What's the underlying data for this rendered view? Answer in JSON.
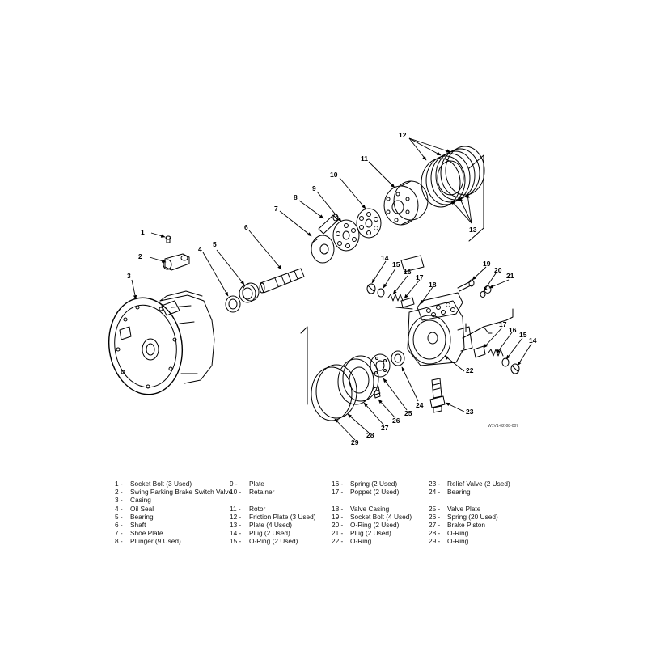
{
  "figure_id": "W1V1-02-08-007",
  "callouts": [
    "1",
    "2",
    "3",
    "4",
    "5",
    "6",
    "7",
    "8",
    "9",
    "10",
    "11",
    "12",
    "13",
    "14",
    "15",
    "16",
    "17",
    "18",
    "19",
    "20",
    "21",
    "22",
    "23",
    "24",
    "25",
    "26",
    "27",
    "28",
    "29"
  ],
  "legend": {
    "col1": [
      {
        "num": "1 -",
        "text": "Socket Bolt (3 Used)"
      },
      {
        "num": "2 -",
        "text": "Swing Parking Brake Switch Valve"
      },
      {
        "num": "3 -",
        "text": "Casing"
      },
      {
        "num": "4 -",
        "text": "Oil Seal"
      },
      {
        "num": "5 -",
        "text": "Bearing"
      },
      {
        "num": "6 -",
        "text": "Shaft"
      },
      {
        "num": "7 -",
        "text": "Shoe Plate"
      },
      {
        "num": "8 -",
        "text": "Plunger (9 Used)"
      }
    ],
    "col2": [
      {
        "num": "9 -",
        "text": "Plate"
      },
      {
        "num": "10 -",
        "text": "Retainer"
      },
      {
        "num": "11 -",
        "text": "Rotor"
      },
      {
        "num": "12 -",
        "text": "Friction Plate (3 Used)"
      },
      {
        "num": "13 -",
        "text": "Plate (4 Used)"
      },
      {
        "num": "14 -",
        "text": "Plug (2 Used)"
      },
      {
        "num": "15 -",
        "text": "O-Ring (2 Used)"
      }
    ],
    "col3": [
      {
        "num": "16 -",
        "text": "Spring (2 Used)"
      },
      {
        "num": "17 -",
        "text": "Poppet (2 Used)"
      },
      {
        "num": "18 -",
        "text": "Valve Casing"
      },
      {
        "num": "19 -",
        "text": "Socket Bolt (4 Used)"
      },
      {
        "num": "20 -",
        "text": "O-Ring (2 Used)"
      },
      {
        "num": "21 -",
        "text": "Plug (2 Used)"
      },
      {
        "num": "22 -",
        "text": "O-Ring"
      }
    ],
    "col4": [
      {
        "num": "23 -",
        "text": "Relief Valve (2 Used)"
      },
      {
        "num": "24 -",
        "text": "Bearing"
      },
      {
        "num": "25 -",
        "text": "Valve Plate"
      },
      {
        "num": "26 -",
        "text": "Spring (20 Used)"
      },
      {
        "num": "27 -",
        "text": "Brake Piston"
      },
      {
        "num": "28 -",
        "text": "O-Ring"
      },
      {
        "num": "29 -",
        "text": "O-Ring"
      }
    ]
  }
}
